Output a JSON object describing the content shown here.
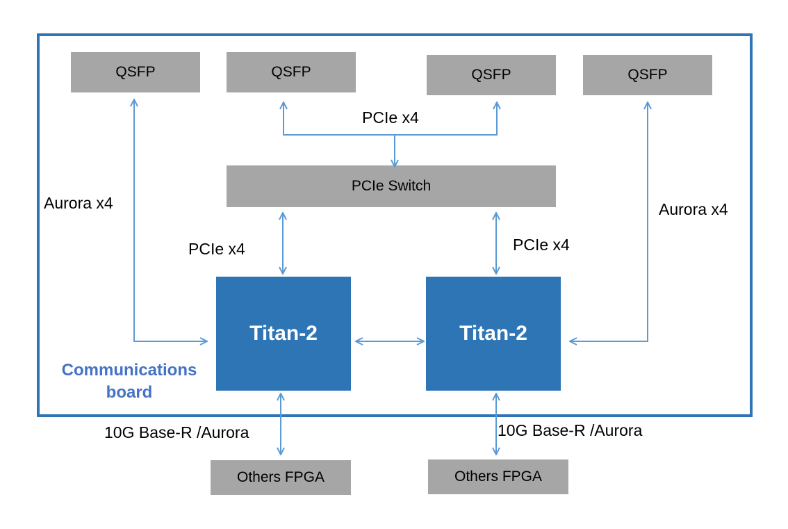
{
  "diagram": {
    "board_label": {
      "line1": "Communications",
      "line2": "board"
    },
    "qsfp": [
      "QSFP",
      "QSFP",
      "QSFP",
      "QSFP"
    ],
    "pcie_switch": "PCIe Switch",
    "fpgas": [
      "Titan-2",
      "Titan-2"
    ],
    "external": [
      "Others FPGA",
      "Others FPGA"
    ],
    "link_labels": {
      "aurora_left": "Aurora x4",
      "aurora_right": "Aurora x4",
      "pcie_top": "PCIe x4",
      "pcie_left": "PCIe x4",
      "pcie_right": "PCIe x4",
      "ext_left": "10G Base-R /Aurora",
      "ext_right": "10G Base-R /Aurora"
    },
    "colors": {
      "frame": "#2e75b6",
      "chip": "#2e75b6",
      "block": "#a6a6a6",
      "link": "#5b9bd5",
      "board_label": "#4472c4"
    }
  }
}
